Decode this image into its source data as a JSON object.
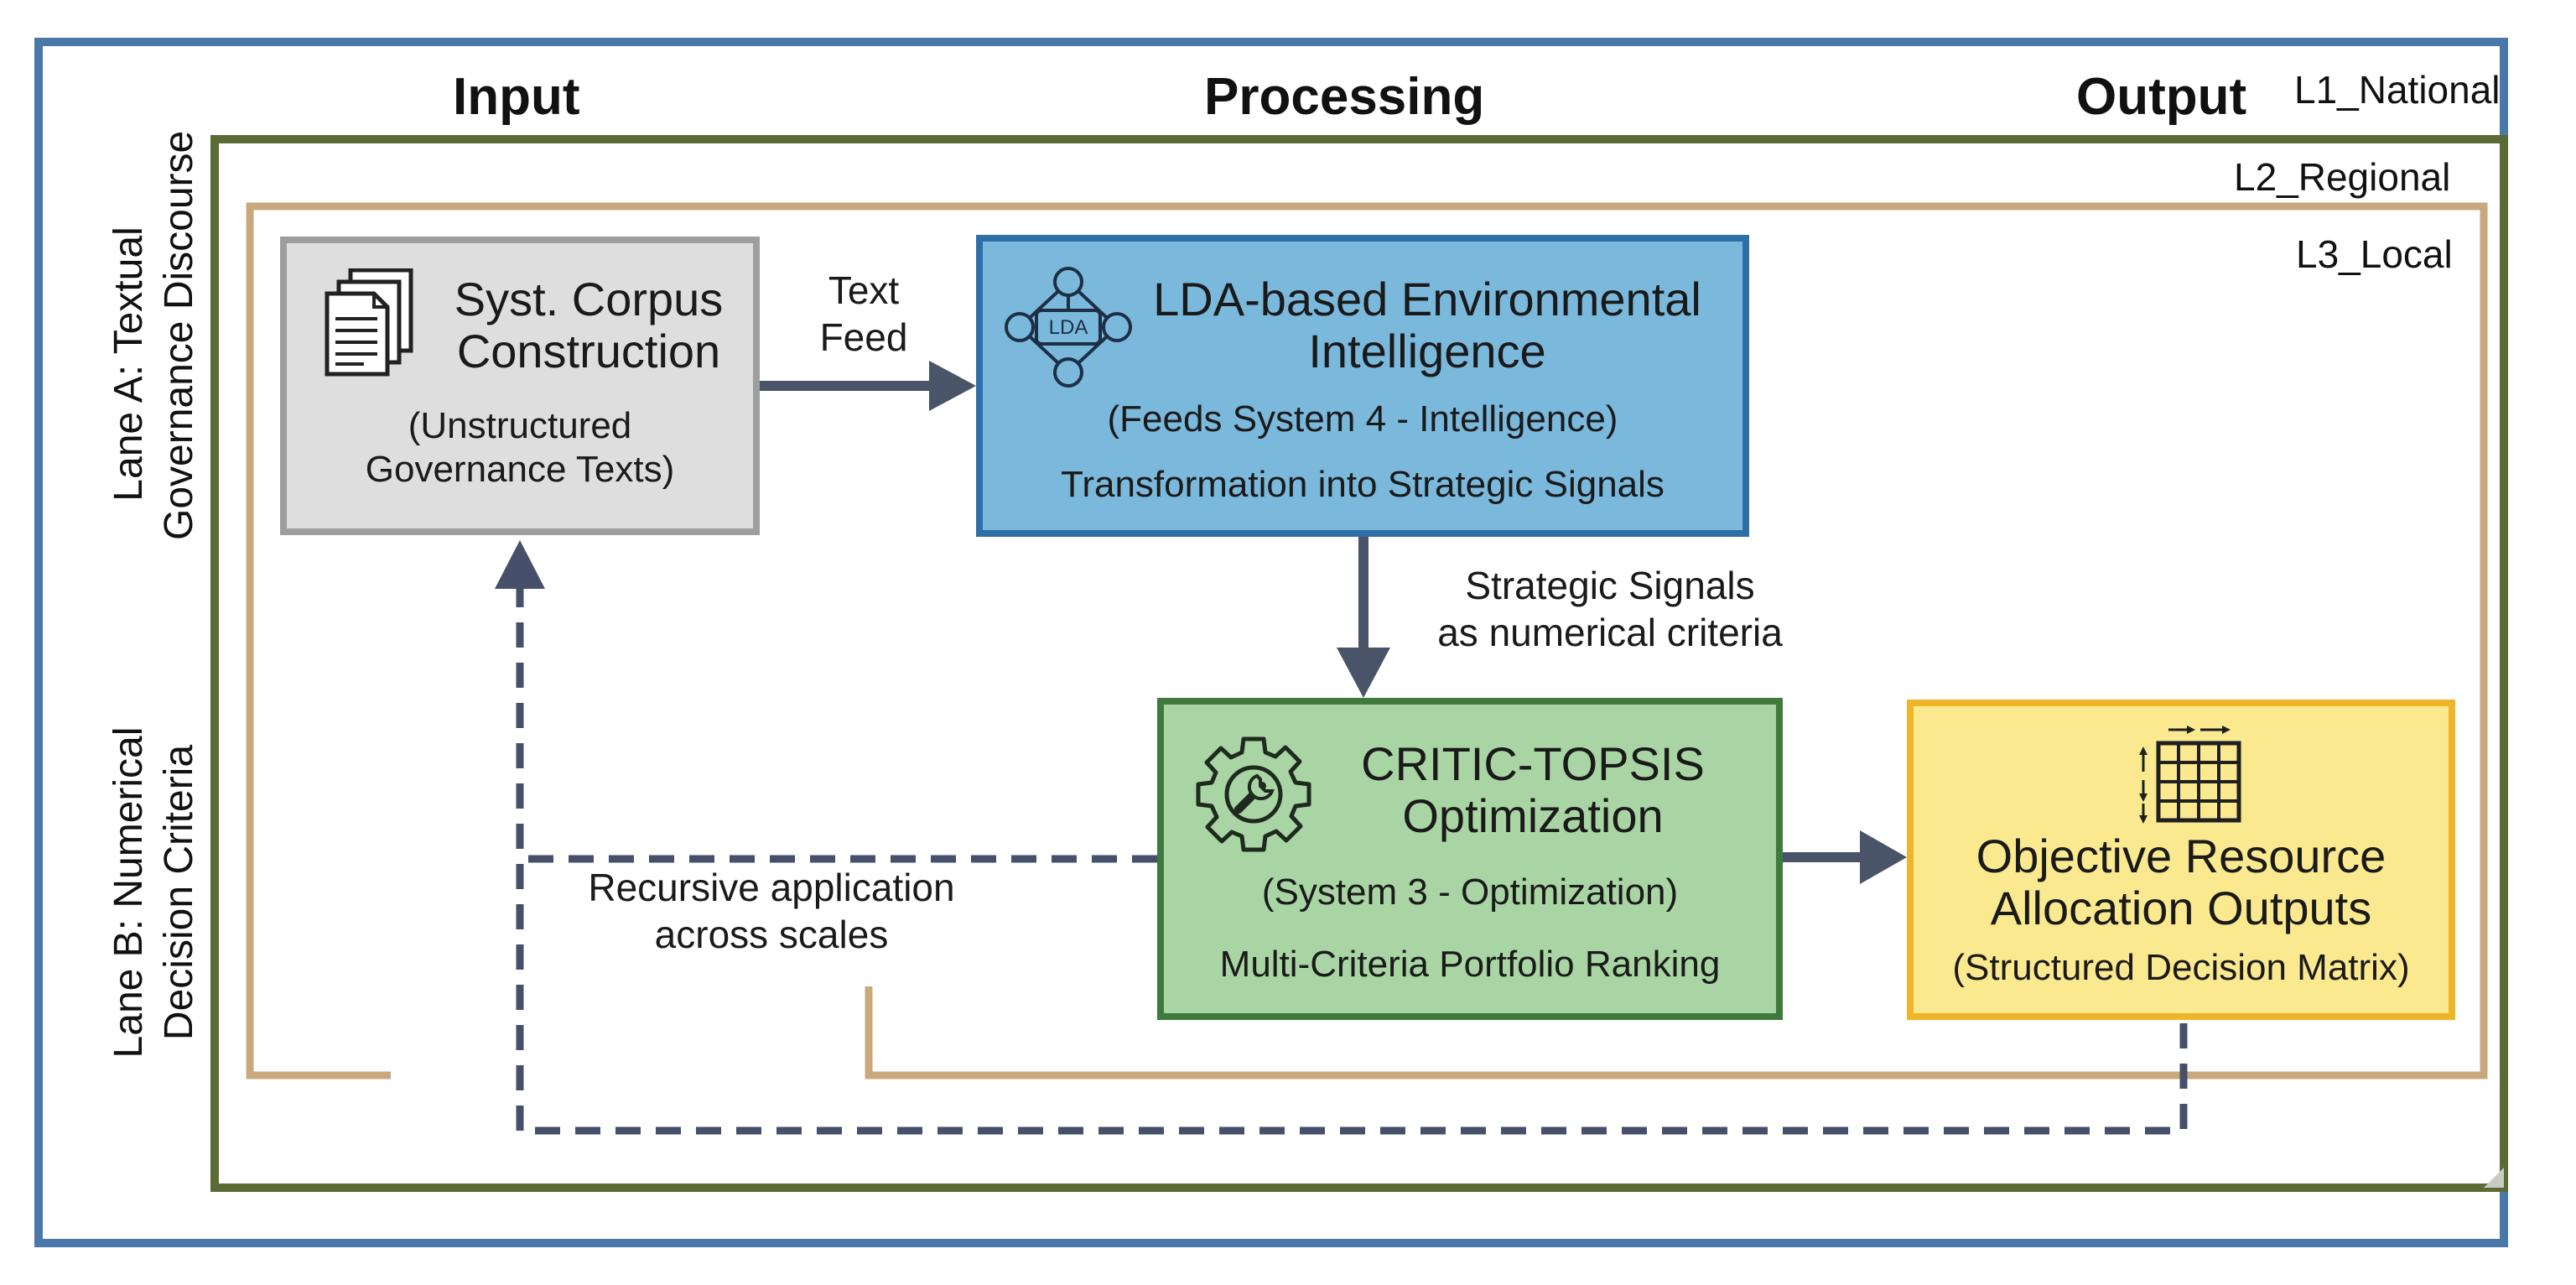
{
  "columns": {
    "input": "Input",
    "processing": "Processing",
    "output": "Output"
  },
  "levels": {
    "l1": "L1_National",
    "l2": "L2_Regional",
    "l3": "L3_Local"
  },
  "lanes": {
    "lane_a": [
      "Lane A: Textual",
      "Governance Discourse"
    ],
    "lane_b": [
      "Lane B: Numerical",
      "Decision Criteria"
    ]
  },
  "boxes": {
    "corpus": {
      "title": [
        "Syst. Corpus",
        "Construction"
      ],
      "subtitle": [
        "(Unstructured",
        "Governance Texts)"
      ],
      "icon": "documents-icon",
      "fill": "#dedede",
      "border": "#9e9e9e"
    },
    "lda": {
      "title": [
        "LDA-based Environmental",
        "Intelligence"
      ],
      "subtitle": "(Feeds System 4 - Intelligence)",
      "detail": "Transformation into Strategic Signals",
      "icon_label": "LDA",
      "icon": "network-icon",
      "fill": "#7ab8dc",
      "border": "#2f6fa8"
    },
    "critic": {
      "title": [
        "CRITIC-TOPSIS",
        "Optimization"
      ],
      "subtitle": "(System 3 - Optimization)",
      "detail": "Multi-Criteria Portfolio Ranking",
      "icon": "gear-wrench-icon",
      "fill": "#a8d5a3",
      "border": "#3f7a3c"
    },
    "output": {
      "title": [
        "Objective Resource",
        "Allocation Outputs"
      ],
      "subtitle": "(Structured Decision Matrix)",
      "icon": "matrix-grid-icon",
      "fill": "#fbe98f",
      "border": "#f0b429"
    }
  },
  "edges": {
    "text_feed": [
      "Text",
      "Feed"
    ],
    "strategic_signals": [
      "Strategic Signals",
      "as numerical criteria"
    ],
    "recursive": [
      "Recursive application",
      "across scales"
    ]
  },
  "colors": {
    "outer_frame": "#4a78a8",
    "l1_frame": "#5b6b36",
    "l2_frame": "#c8a87c",
    "arrow": "#4a5468",
    "dashed": "#46506a"
  }
}
